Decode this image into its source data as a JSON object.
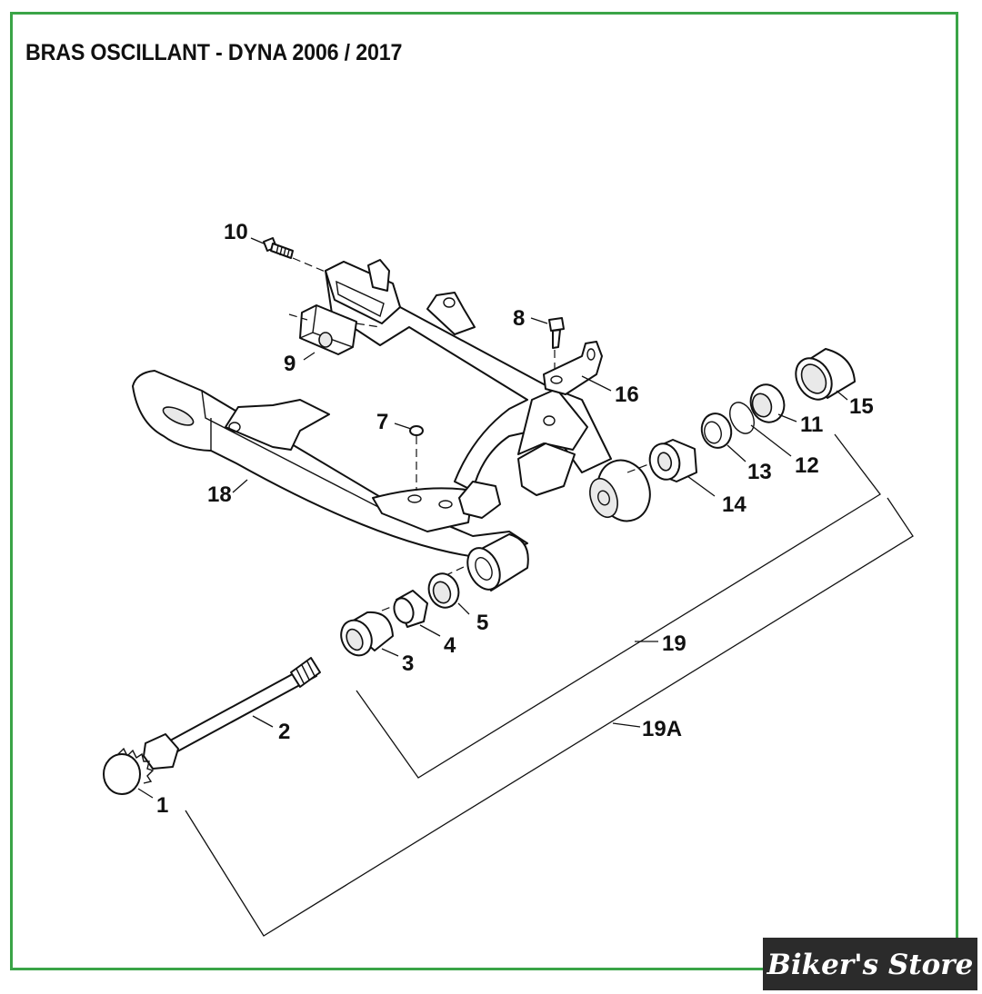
{
  "title": "BRAS OSCILLANT - DYNA 2006 / 2017",
  "callouts": {
    "c1": "1",
    "c2": "2",
    "c3": "3",
    "c4": "4",
    "c5": "5",
    "c7": "7",
    "c8": "8",
    "c9": "9",
    "c10": "10",
    "c11": "11",
    "c12": "12",
    "c13": "13",
    "c14": "14",
    "c15": "15",
    "c16": "16",
    "c18": "18",
    "c19": "19",
    "c19a": "19A"
  },
  "watermark": {
    "text": "Biker's Store"
  },
  "colors": {
    "frame": "#3aa447",
    "ink": "#111111",
    "watermark_bg": "#2b2b2b"
  }
}
